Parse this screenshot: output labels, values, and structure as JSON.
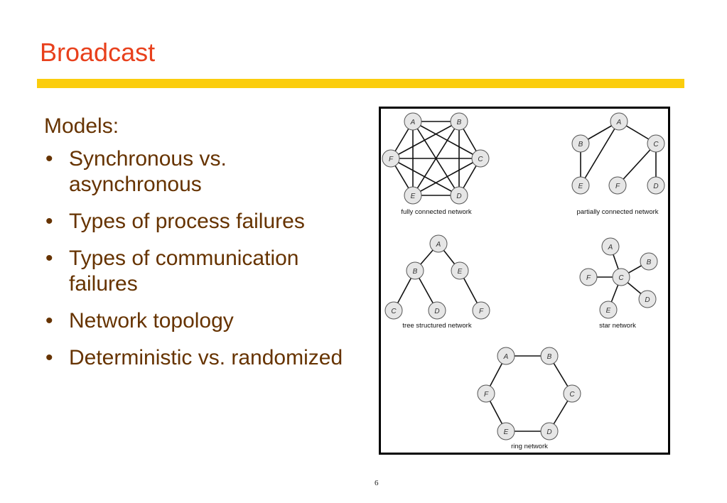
{
  "slide": {
    "title": "Broadcast",
    "lead": "Models:",
    "bullet_marker": "•",
    "bullets": [
      "Synchronous vs. asynchronous",
      "Types of process failures",
      "Types of communication failures",
      "Network topology",
      "Deterministic vs. randomized"
    ],
    "page_number": "6",
    "colors": {
      "title": "#e8401c",
      "accent_rule": "#fbcd0d",
      "body_text": "#663300",
      "node_fill": "#e6e6e6"
    }
  },
  "figure": {
    "networks": [
      {
        "caption": "fully connected network",
        "nodes": [
          "A",
          "B",
          "C",
          "D",
          "E",
          "F"
        ],
        "edges": [
          [
            "A",
            "B"
          ],
          [
            "A",
            "C"
          ],
          [
            "A",
            "D"
          ],
          [
            "A",
            "E"
          ],
          [
            "A",
            "F"
          ],
          [
            "B",
            "C"
          ],
          [
            "B",
            "D"
          ],
          [
            "B",
            "E"
          ],
          [
            "B",
            "F"
          ],
          [
            "C",
            "D"
          ],
          [
            "C",
            "E"
          ],
          [
            "C",
            "F"
          ],
          [
            "D",
            "E"
          ],
          [
            "D",
            "F"
          ],
          [
            "E",
            "F"
          ]
        ]
      },
      {
        "caption": "partially connected network",
        "nodes": [
          "A",
          "B",
          "C",
          "E",
          "F",
          "D"
        ],
        "edges": [
          [
            "A",
            "B"
          ],
          [
            "A",
            "C"
          ],
          [
            "B",
            "E"
          ],
          [
            "A",
            "E"
          ],
          [
            "C",
            "F"
          ],
          [
            "C",
            "D"
          ]
        ]
      },
      {
        "caption": "tree structured network",
        "nodes": [
          "A",
          "B",
          "E",
          "C",
          "D",
          "F"
        ],
        "edges": [
          [
            "A",
            "B"
          ],
          [
            "A",
            "E"
          ],
          [
            "B",
            "C"
          ],
          [
            "B",
            "D"
          ],
          [
            "E",
            "F"
          ]
        ]
      },
      {
        "caption": "star network",
        "nodes": [
          "A",
          "B",
          "C",
          "F",
          "D",
          "E"
        ],
        "edges": [
          [
            "C",
            "A"
          ],
          [
            "C",
            "B"
          ],
          [
            "C",
            "F"
          ],
          [
            "C",
            "D"
          ],
          [
            "C",
            "E"
          ]
        ]
      },
      {
        "caption": "ring network",
        "nodes": [
          "A",
          "B",
          "F",
          "C",
          "E",
          "D"
        ],
        "edges": [
          [
            "A",
            "B"
          ],
          [
            "B",
            "C"
          ],
          [
            "C",
            "D"
          ],
          [
            "D",
            "E"
          ],
          [
            "E",
            "F"
          ],
          [
            "F",
            "A"
          ]
        ]
      }
    ]
  }
}
